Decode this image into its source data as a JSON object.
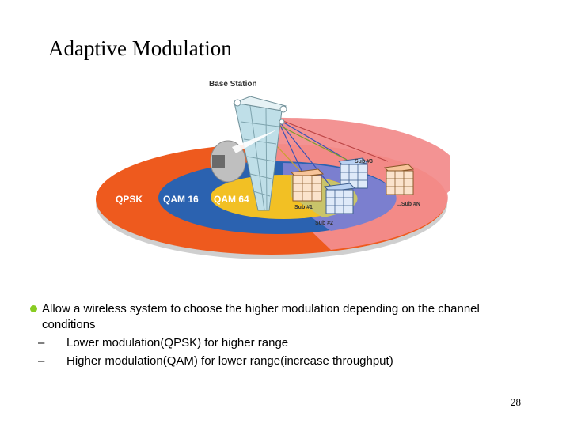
{
  "slide": {
    "title": "Adaptive Modulation",
    "page_number": "28"
  },
  "diagram": {
    "base_station_label": "Base Station",
    "zones": [
      {
        "label": "QPSK",
        "color": "#ee5a1e"
      },
      {
        "label": "QAM 16",
        "color": "#2b62b0"
      },
      {
        "label": "QAM 64",
        "color": "#f2c024"
      }
    ],
    "sector_color": "#f28d8d",
    "subscribers": [
      {
        "label": "Sub #1"
      },
      {
        "label": "Sub #2"
      },
      {
        "label": "Sub #3"
      },
      {
        "label": "...Sub #N"
      }
    ]
  },
  "bullets": [
    {
      "text": "Allow a wireless system to choose the higher modulation depending on the channel conditions",
      "sub_items": [
        {
          "dash": "–",
          "text": "Lower modulation(QPSK) for higher range"
        },
        {
          "dash": "–",
          "text": "Higher modulation(QAM) for lower range(increase throughput)"
        }
      ]
    }
  ]
}
